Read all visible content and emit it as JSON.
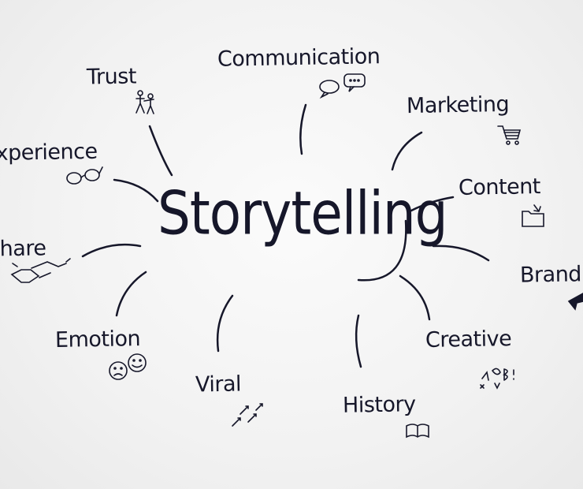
{
  "center": "Storytelling",
  "branches": {
    "communication": "Communication",
    "trust": "Trust",
    "marketing": "Marketing",
    "experience": "Experience",
    "content": "Content",
    "share": "Share",
    "brand": "Brand",
    "emotion": "Emotion",
    "creative": "Creative",
    "viral": "Viral",
    "history": "History"
  },
  "colors": {
    "ink": "#16172a",
    "background": "#f2f2f2"
  }
}
